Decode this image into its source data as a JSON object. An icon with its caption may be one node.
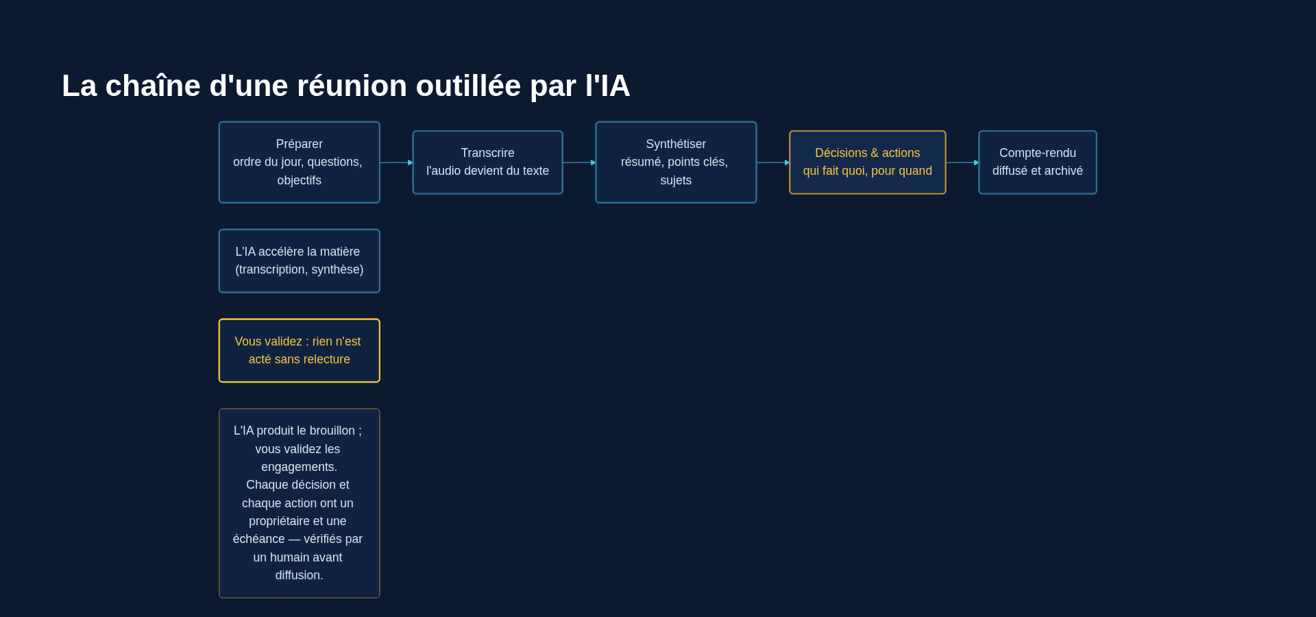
{
  "diagram": {
    "title": "La chaîne d'une réunion outillée par l'IA",
    "nodes": [
      {
        "text": [
          "Préparer",
          "ordre du jour, questions, objectifs"
        ]
      },
      {
        "text": [
          "Transcrire",
          "l'audio devient du texte"
        ]
      },
      {
        "text": [
          "Synthétiser",
          "résumé, points clés, sujets"
        ]
      },
      {
        "text": [
          "Décisions & actions",
          "qui fait quoi, pour quand"
        ]
      },
      {
        "text": [
          "Compte-rendu",
          "diffusé et archivé"
        ]
      },
      {
        "text": [
          "L'IA accélère la matière (transcription, synthèse)"
        ]
      },
      {
        "text": [
          "Vous validez : rien n'est acté sans relecture"
        ]
      },
      {
        "text": [
          "L'IA produit le brouillon ; vous validez les engagements.",
          "Chaque décision et chaque action ont un propriétaire et une échéance — vérifiés par un humain avant diffusion."
        ]
      }
    ],
    "edges": [
      {
        "from": 0,
        "to": 1,
        "arrow": "to"
      },
      {
        "from": 1,
        "to": 2,
        "arrow": "to"
      },
      {
        "from": 2,
        "to": 3,
        "arrow": "to"
      },
      {
        "from": 3,
        "to": 4,
        "arrow": "to"
      }
    ]
  }
}
